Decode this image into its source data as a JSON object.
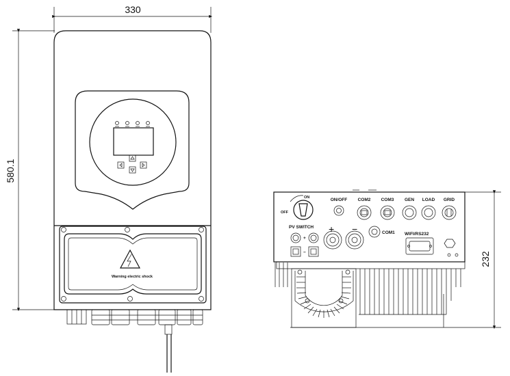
{
  "dimensions": {
    "width": "330",
    "height": "580.1",
    "depth": "232"
  },
  "front_view": {
    "warning_label": "Warning electric shock"
  },
  "bottom_view": {
    "rotary_on": "ON",
    "rotary_off": "OFF",
    "pv_switch": "PV SWITCH",
    "port_labels": [
      "ON/OFF",
      "COM2",
      "COM3",
      "GEN",
      "LOAD",
      "GRID"
    ],
    "plus": "+",
    "minus": "−",
    "com1": "COM1",
    "wifi": "WIFI/RS232"
  }
}
